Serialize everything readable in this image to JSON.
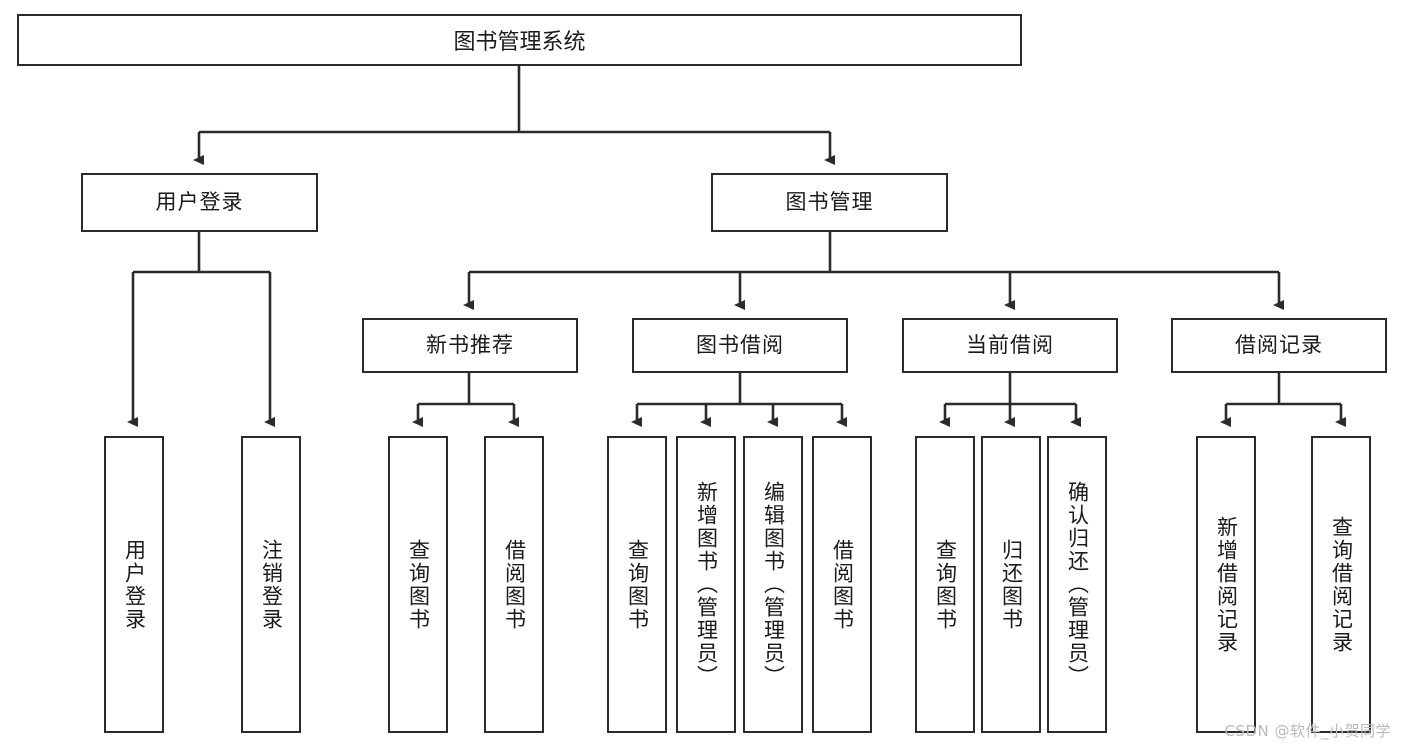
{
  "diagram": {
    "title": "图书管理系统",
    "type": "hierarchy-tree",
    "root": {
      "id": "root",
      "label": "图书管理系统"
    },
    "level1": [
      {
        "id": "user-login",
        "label": "用户登录"
      },
      {
        "id": "book-manage",
        "label": "图书管理"
      }
    ],
    "level2": [
      {
        "id": "new-book-recommend",
        "label": "新书推荐",
        "parent": "book-manage"
      },
      {
        "id": "book-borrow",
        "label": "图书借阅",
        "parent": "book-manage"
      },
      {
        "id": "current-borrow",
        "label": "当前借阅",
        "parent": "book-manage"
      },
      {
        "id": "borrow-record",
        "label": "借阅记录",
        "parent": "book-manage"
      }
    ],
    "leaves": {
      "user_login": [
        {
          "id": "leaf-user-login",
          "label": "用户登录"
        },
        {
          "id": "leaf-user-logout",
          "label": "注销登录"
        }
      ],
      "new_book_recommend": [
        {
          "id": "leaf-query-book-1",
          "label": "查询图书"
        },
        {
          "id": "leaf-borrow-book-1",
          "label": "借阅图书"
        }
      ],
      "book_borrow": [
        {
          "id": "leaf-query-book-2",
          "label": "查询图书"
        },
        {
          "id": "leaf-add-book",
          "label": "新增图书（管理员）"
        },
        {
          "id": "leaf-edit-book",
          "label": "编辑图书（管理员）"
        },
        {
          "id": "leaf-borrow-book-2",
          "label": "借阅图书"
        }
      ],
      "current_borrow": [
        {
          "id": "leaf-query-book-3",
          "label": "查询图书"
        },
        {
          "id": "leaf-return-book",
          "label": "归还图书"
        },
        {
          "id": "leaf-confirm-return",
          "label": "确认归还（管理员）"
        }
      ],
      "borrow_record": [
        {
          "id": "leaf-add-record",
          "label": "新增借阅记录"
        },
        {
          "id": "leaf-query-record",
          "label": "查询借阅记录"
        }
      ]
    }
  },
  "watermark": {
    "text": "CSDN @软件_小贺同学"
  },
  "colors": {
    "stroke": "#2b2b2b",
    "fill": "#ffffff",
    "text": "#1a1a1a",
    "watermark": "#b9b9b9"
  }
}
